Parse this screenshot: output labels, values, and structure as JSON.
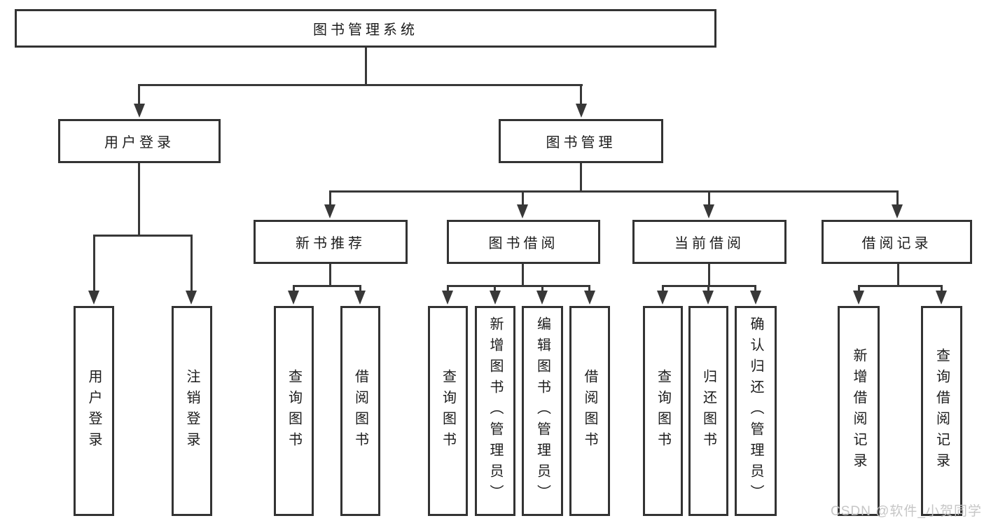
{
  "diagram": {
    "root": {
      "label": "图书管理系统"
    },
    "level1": [
      {
        "label": "用户登录"
      },
      {
        "label": "图书管理"
      }
    ],
    "level2": [
      {
        "label": "新书推荐"
      },
      {
        "label": "图书借阅"
      },
      {
        "label": "当前借阅"
      },
      {
        "label": "借阅记录"
      }
    ],
    "leaves": {
      "login": [
        {
          "label": "用户登录"
        },
        {
          "label": "注销登录"
        }
      ],
      "newbook": [
        {
          "label": "查询图书"
        },
        {
          "label": "借阅图书"
        }
      ],
      "borrow": [
        {
          "label": "查询图书"
        },
        {
          "label": "新增图书（管理员）"
        },
        {
          "label": "编辑图书（管理员）"
        },
        {
          "label": "借阅图书"
        }
      ],
      "current": [
        {
          "label": "查询图书"
        },
        {
          "label": "归还图书"
        },
        {
          "label": "确认归还（管理员）"
        }
      ],
      "records": [
        {
          "label": "新增借阅记录"
        },
        {
          "label": "查询借阅记录"
        }
      ]
    },
    "watermark": {
      "text": "CSDN @软件_小贺同学"
    },
    "colors": {
      "line": "#383838",
      "border": "#333333",
      "text": "#1c1c1c",
      "watermark": "#c3c3c3",
      "background": "#ffffff"
    }
  }
}
